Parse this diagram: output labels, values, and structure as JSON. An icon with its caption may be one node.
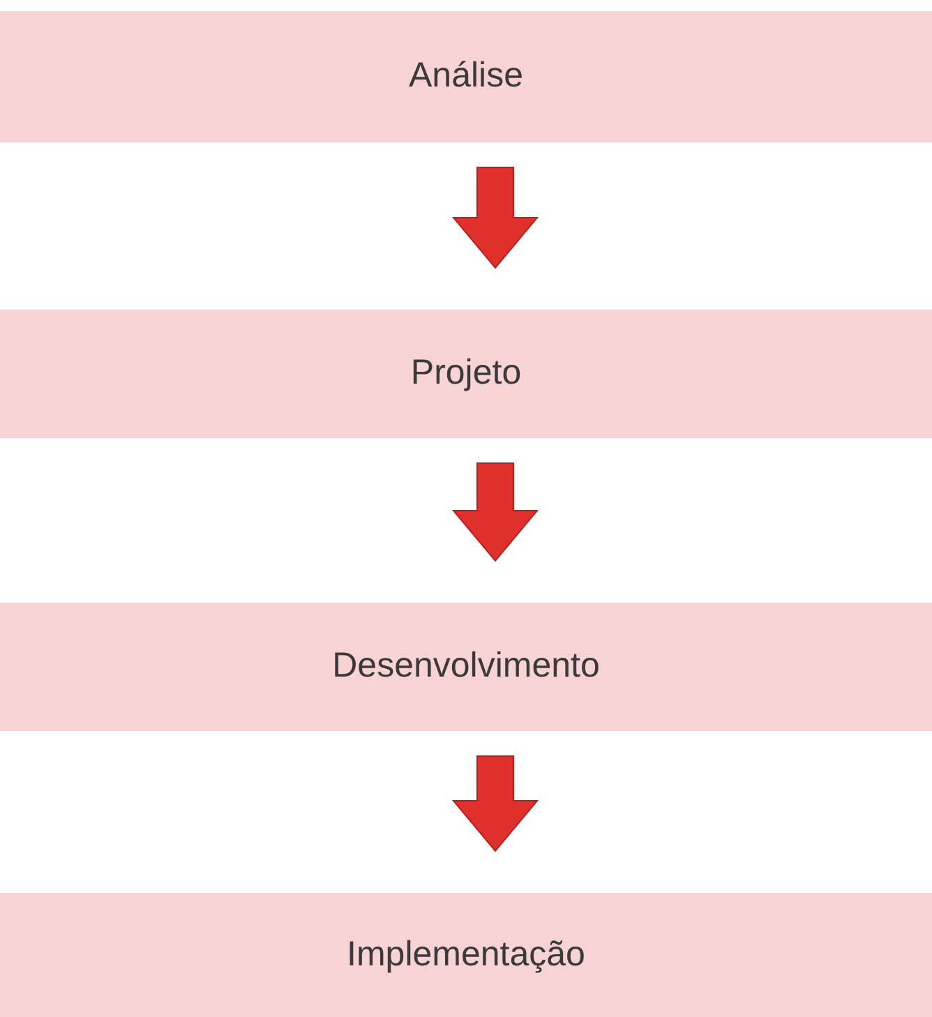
{
  "diagram": {
    "nodes": [
      {
        "text": [
          "Análise"
        ]
      },
      {
        "text": [
          "Projeto"
        ]
      },
      {
        "text": [
          "Desenvolvimento"
        ]
      },
      {
        "text": [
          "Implementação"
        ]
      }
    ],
    "edges": [
      {
        "from": 0,
        "to": 1,
        "arrow": "to"
      },
      {
        "from": 1,
        "to": 2,
        "arrow": "to"
      },
      {
        "from": 2,
        "to": 3,
        "arrow": "to"
      }
    ]
  }
}
